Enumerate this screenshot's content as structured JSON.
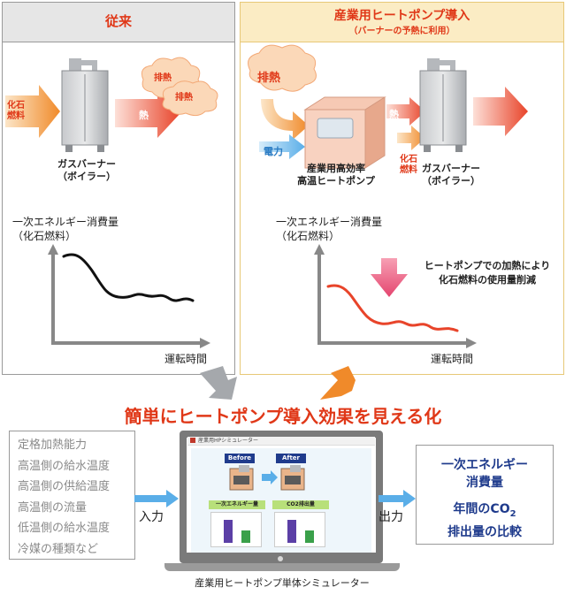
{
  "left_panel": {
    "title": "従来",
    "fuel_label": "化石\n燃料",
    "exhaust_label_1": "排熱",
    "exhaust_label_2": "排熱",
    "heat_label": "熱",
    "boiler_label": "ガスバーナー\n（ボイラー）",
    "ylabel": "一次エネルギー消費量\n（化石燃料）",
    "xlabel": "運転時間"
  },
  "right_panel": {
    "title": "産業用ヒートポンプ導入",
    "subtitle": "（バーナーの予熱に利用）",
    "exhaust_label": "排熱",
    "power_label": "電力",
    "heat_label": "熱",
    "fuel_label": "化石\n燃料",
    "heatpump_label": "産業用高効率\n高温ヒートポンプ",
    "boiler_label": "ガスバーナー\n（ボイラー）",
    "ylabel": "一次エネルギー消費量\n（化石燃料）",
    "xlabel": "運転時間",
    "annotation": "ヒートポンプでの加熱により\n化石燃料の使用量削減"
  },
  "headline": "簡単にヒートポンプ導入効果を見える化",
  "inputs": {
    "items": [
      "定格加熱能力",
      "高温側の給水温度",
      "高温側の供給温度",
      "高温側の流量",
      "低温側の給水温度",
      "冷媒の種類など"
    ],
    "arrow_label": "入力"
  },
  "outputs": {
    "arrow_label": "出力",
    "line1": "一次エネルギー",
    "line2": "消費量",
    "line3": "年間のCO",
    "line3_sub": "2",
    "line4": "排出量の比較"
  },
  "simulator": {
    "window_title": "産業用HPシミュレーター",
    "before_label": "Before",
    "after_label": "After",
    "energy_label": "一次エネルギー量",
    "co2_label": "CO2排出量",
    "caption": "産業用ヒートポンプ単体シミュレーター"
  },
  "colors": {
    "accent_red": "#e03818",
    "accent_orange": "#f08a2a",
    "arrow_blue": "#5aaee8",
    "navy": "#1f3b8c",
    "boiler_gray": "#a9acb0"
  }
}
